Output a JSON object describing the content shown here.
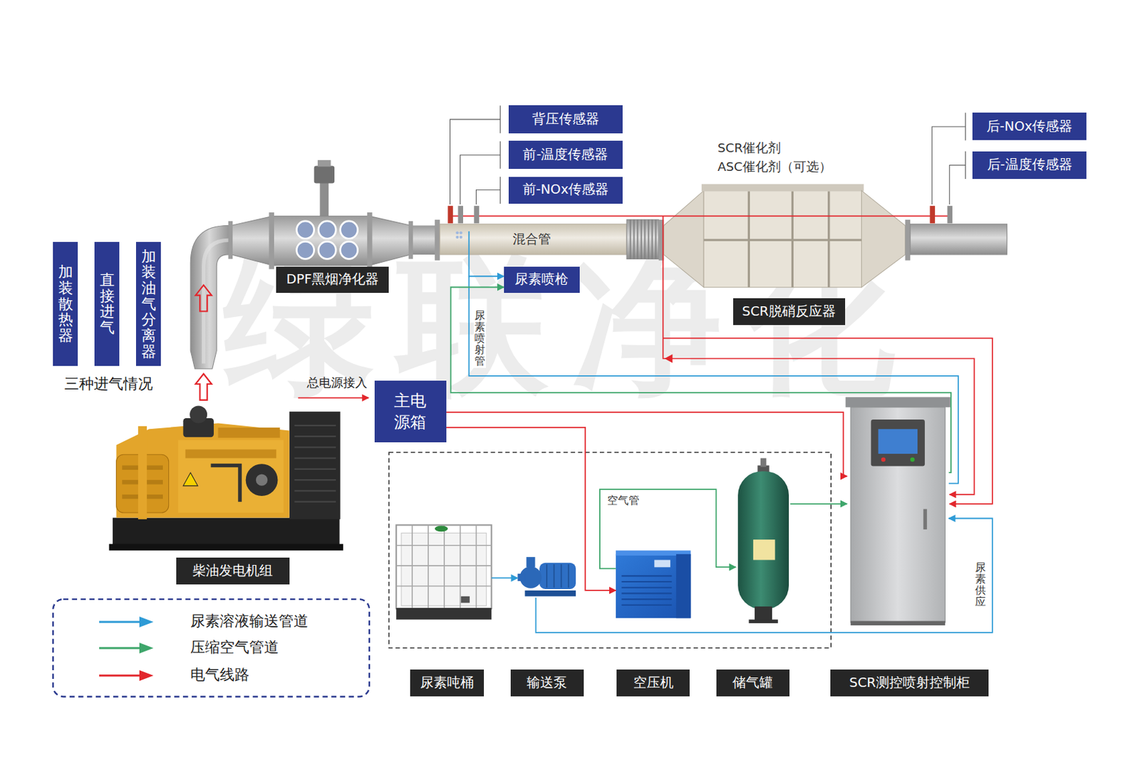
{
  "diagram": {
    "nodes": [
      {
        "text": [
          "加装散热器"
        ]
      },
      {
        "text": [
          "直接进气"
        ]
      },
      {
        "text": [
          "加装油气分离器"
        ]
      },
      {
        "text": [
          "背压传感器"
        ]
      },
      {
        "text": [
          "前-温度传感器"
        ]
      },
      {
        "text": [
          "前-NOx传感器"
        ]
      },
      {
        "text": [
          "后-NOx传感器"
        ]
      },
      {
        "text": [
          "后-温度传感器"
        ]
      },
      {
        "text": [
          "DPF黑烟净化器"
        ]
      },
      {
        "text": [
          "尿素喷枪"
        ]
      },
      {
        "text": [
          "SCR脱硝反应器"
        ]
      },
      {
        "text": [
          "主电源箱"
        ]
      },
      {
        "text": [
          "柴油发电机组"
        ]
      },
      {
        "text": [
          "尿素吨桶"
        ]
      },
      {
        "text": [
          "输送泵"
        ]
      },
      {
        "text": [
          "空压机"
        ]
      },
      {
        "text": [
          "储气罐"
        ]
      },
      {
        "text": [
          "SCR测控喷射控制柜"
        ]
      }
    ],
    "edges": [
      {
        "from": 13,
        "to": 14,
        "arrow": "to"
      },
      {
        "from": 14,
        "to": 17,
        "arrow": "to",
        "label": "尿素供应"
      },
      {
        "from": 17,
        "to": 9,
        "arrow": "to",
        "label": "尿素喷射管"
      },
      {
        "from": 15,
        "to": 16,
        "arrow": "to",
        "label": "空气管"
      },
      {
        "from": 16,
        "to": 17,
        "arrow": "to"
      },
      {
        "from": 17,
        "to": 9,
        "arrow": "to"
      },
      {
        "from": 11,
        "to": 17,
        "arrow": "to"
      },
      {
        "from": 11,
        "to": 15,
        "arrow": "to"
      }
    ],
    "labels": [
      "三种进气情况",
      "混合管",
      "SCR催化剂",
      "ASC催化剂（可选）",
      "总电源接入",
      "绿联净化"
    ],
    "legend": [
      {
        "text": "尿素溶液输送管道",
        "color": "#2e9bd6"
      },
      {
        "text": "压缩空气管道",
        "color": "#3ea66b"
      },
      {
        "text": "电气线路",
        "color": "#e2262c"
      }
    ]
  }
}
